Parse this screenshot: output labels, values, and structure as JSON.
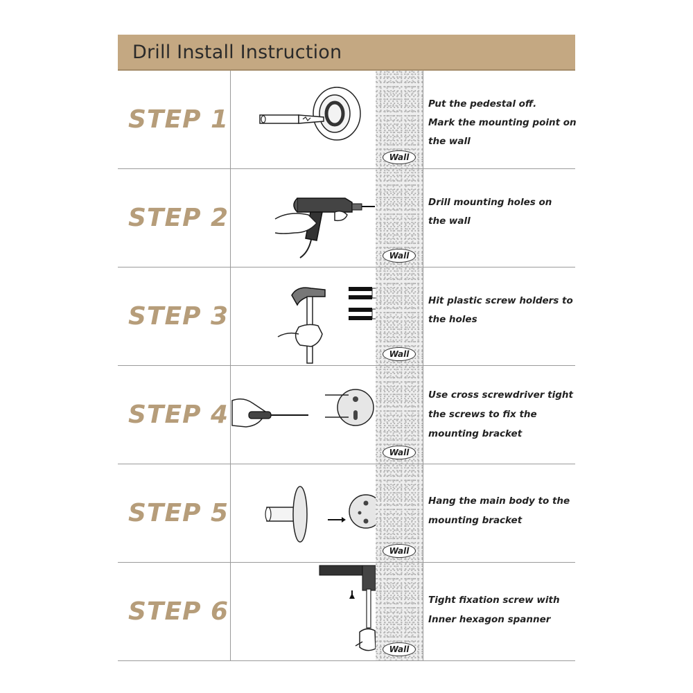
{
  "header": {
    "title": "Drill Install Instruction"
  },
  "wall_label": "Wall",
  "colors": {
    "header_bg": "#c4a882",
    "step_text": "#b69d7a",
    "description_text": "#222222",
    "divider": "#9a9a9a"
  },
  "steps": [
    {
      "label": "STEP 1",
      "lines": [
        "Put the pedestal off.",
        "Mark the mounting point on",
        "the wall"
      ],
      "illustration": "marker-and-pedestal-icon"
    },
    {
      "label": "STEP 2",
      "lines": [
        "Drill mounting holes on",
        "the wall"
      ],
      "illustration": "hand-drill-icon"
    },
    {
      "label": "STEP 3",
      "lines": [
        "Hit plastic screw holders to",
        "the holes"
      ],
      "illustration": "hammer-and-anchors-icon"
    },
    {
      "label": "STEP 4",
      "lines": [
        "Use cross screwdriver tight",
        "the screws to fix the",
        "mounting bracket"
      ],
      "illustration": "screwdriver-and-bracket-icon"
    },
    {
      "label": "STEP 5",
      "lines": [
        "Hang the main body to the",
        "mounting bracket"
      ],
      "illustration": "hang-body-on-bracket-icon"
    },
    {
      "label": "STEP 6",
      "lines": [
        "Tight fixation screw with",
        "Inner hexagon spanner"
      ],
      "illustration": "hex-spanner-icon"
    }
  ]
}
